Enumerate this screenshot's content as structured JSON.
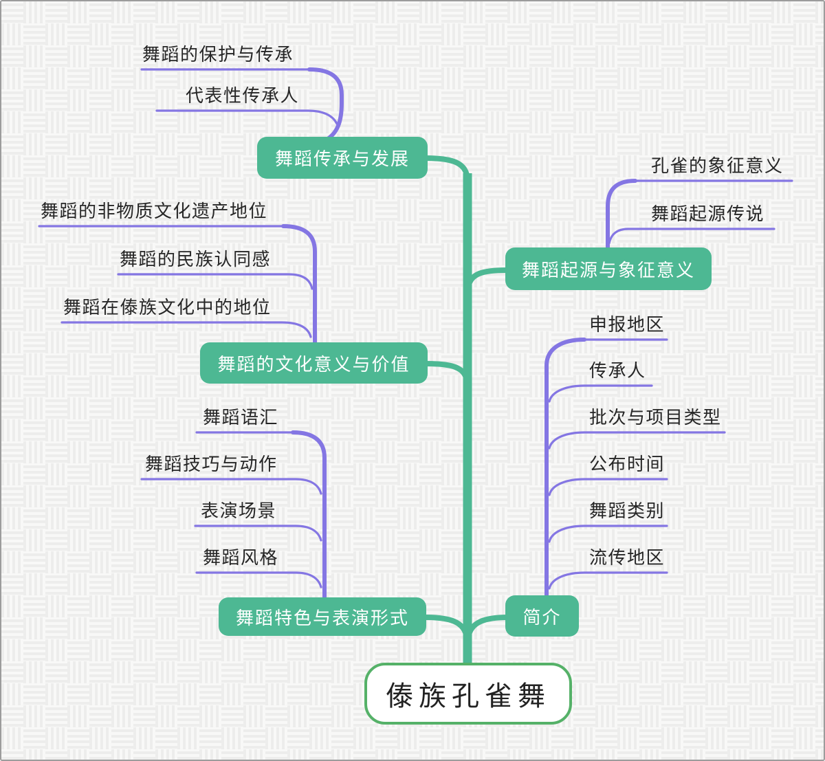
{
  "root": {
    "label": "傣族孔雀舞"
  },
  "branches": [
    {
      "id": "heritage",
      "label": "舞蹈传承与发展",
      "children": [
        {
          "label": "舞蹈的保护与传承"
        },
        {
          "label": "代表性传承人"
        }
      ]
    },
    {
      "id": "origin",
      "label": "舞蹈起源与象征意义",
      "children": [
        {
          "label": "孔雀的象征意义"
        },
        {
          "label": "舞蹈起源传说"
        }
      ]
    },
    {
      "id": "culture",
      "label": "舞蹈的文化意义与价值",
      "children": [
        {
          "label": "舞蹈的非物质文化遗产地位"
        },
        {
          "label": "舞蹈的民族认同感"
        },
        {
          "label": "舞蹈在傣族文化中的地位"
        }
      ]
    },
    {
      "id": "features",
      "label": "舞蹈特色与表演形式",
      "children": [
        {
          "label": "舞蹈语汇"
        },
        {
          "label": "舞蹈技巧与动作"
        },
        {
          "label": "表演场景"
        },
        {
          "label": "舞蹈风格"
        }
      ]
    },
    {
      "id": "intro",
      "label": "简介",
      "children": [
        {
          "label": "申报地区"
        },
        {
          "label": "传承人"
        },
        {
          "label": "批次与项目类型"
        },
        {
          "label": "公布时间"
        },
        {
          "label": "舞蹈类别"
        },
        {
          "label": "流传地区"
        }
      ]
    }
  ],
  "colors": {
    "branch_green": "#4db893",
    "root_border_green": "#55b168",
    "line_purple": "#8476e3",
    "leaf_text": "#262626",
    "node_text": "#ffffff",
    "background": "#f4f4f3"
  }
}
